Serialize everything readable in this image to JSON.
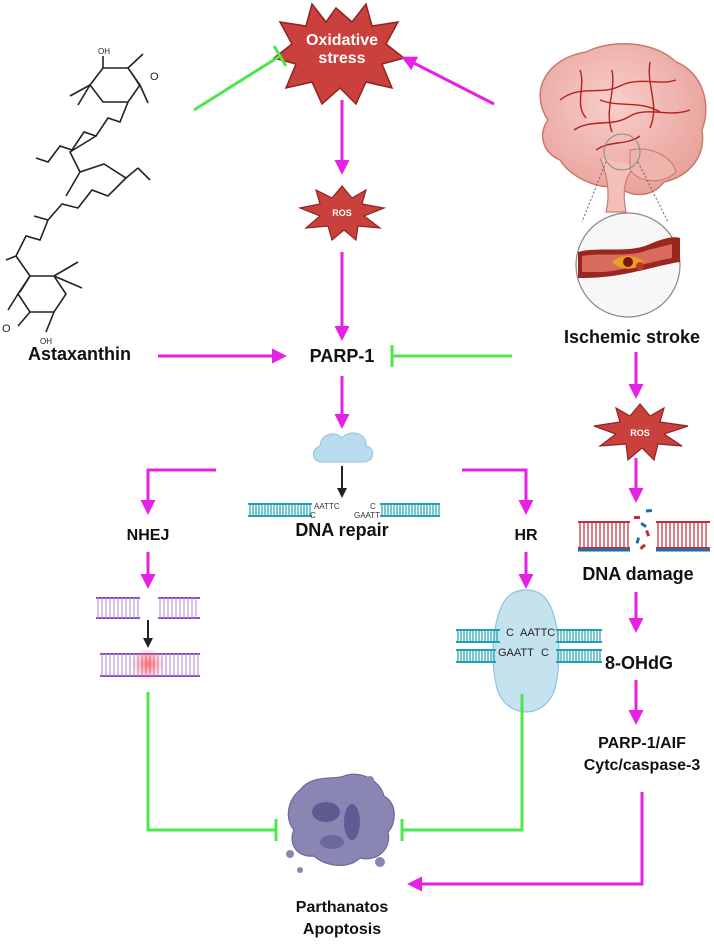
{
  "colors": {
    "activate": "#e521e5",
    "inhibit": "#4ee64e",
    "star_fill": "#c9403c",
    "star_stroke": "#8f2320",
    "dna_teal": "#1fa3b4",
    "dna_purple": "#8a4fc4",
    "cell_fill": "#8a86b4",
    "cloud_fill": "#b9dcef"
  },
  "nodes": {
    "oxidative_stress": "Oxidative\nstress",
    "ros_top": "ROS",
    "ros_right": "ROS",
    "astaxanthin": "Astaxanthin",
    "parp1": "PARP-1",
    "ischemic_stroke": "Ischemic stroke",
    "dna_repair": "DNA repair",
    "nhej": "NHEJ",
    "hr": "HR",
    "dna_damage": "DNA damage",
    "ohdg": "8-OHdG",
    "parp_aif": "PARP-1/AIF",
    "cytc": "Cytc/caspase-3",
    "parthanatos": "Parthanatos",
    "apoptosis": "Apoptosis"
  },
  "dna_labels": {
    "repair_left_top": "AATTC",
    "repair_left_bottom": "C",
    "repair_right_top": "C",
    "repair_right_bottom": "GAATT",
    "hr_top_c": "C",
    "hr_top_seq": "AATTC",
    "hr_bottom_seq": "GAATT",
    "hr_bottom_c": "C"
  },
  "molecule_labels": {
    "top_oh": "OH",
    "bottom_oh": "OH"
  },
  "icons": [
    "starburst-icon",
    "brain-icon",
    "artery-clot-icon",
    "cloud-enzyme-icon",
    "dna-strand-icon",
    "cell-icon",
    "molecule-structure-icon"
  ]
}
